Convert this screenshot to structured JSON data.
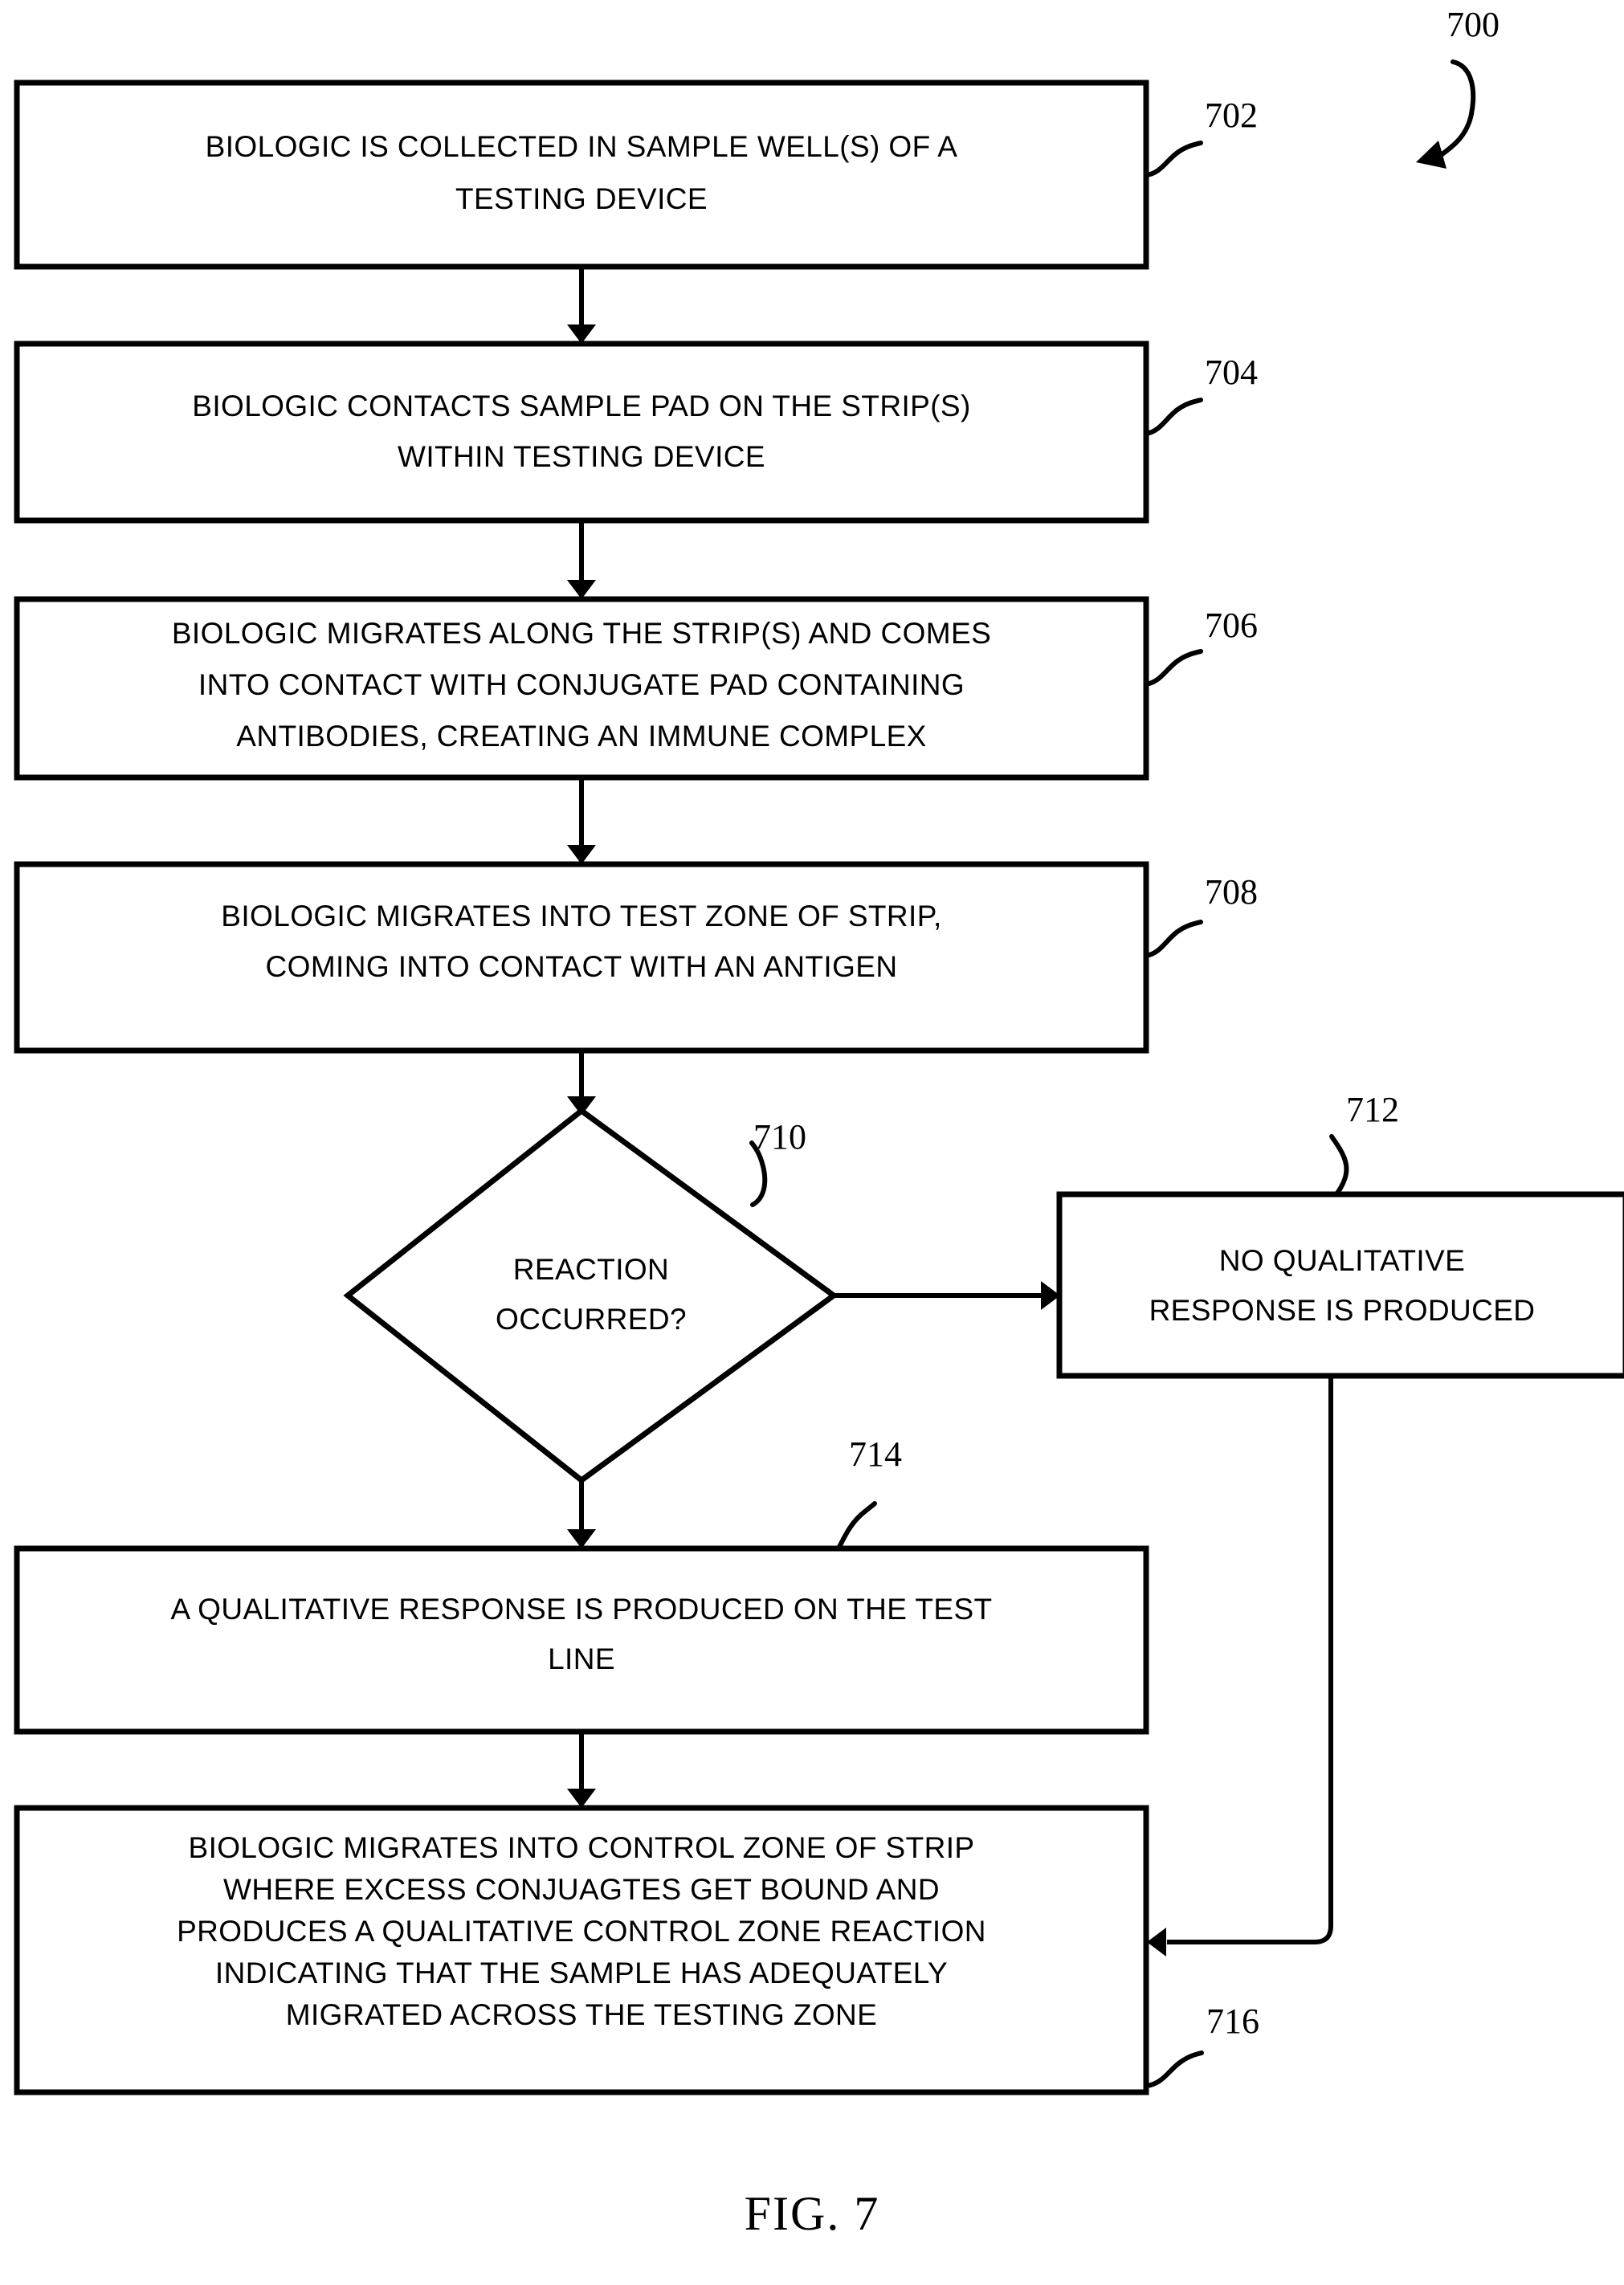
{
  "figure": {
    "caption": "FIG. 7",
    "figure_ref": "700"
  },
  "nodes": [
    {
      "ref": "702",
      "shape": "process",
      "lines": [
        "BIOLOGIC IS COLLECTED IN SAMPLE WELL(S) OF A",
        "TESTING DEVICE"
      ]
    },
    {
      "ref": "704",
      "shape": "process",
      "lines": [
        "BIOLOGIC CONTACTS SAMPLE PAD ON THE STRIP(S)",
        "WITHIN TESTING DEVICE"
      ]
    },
    {
      "ref": "706",
      "shape": "process",
      "lines": [
        "BIOLOGIC MIGRATES ALONG THE STRIP(S) AND COMES",
        "INTO CONTACT WITH CONJUGATE PAD CONTAINING",
        "ANTIBODIES, CREATING AN IMMUNE COMPLEX"
      ]
    },
    {
      "ref": "708",
      "shape": "process",
      "lines": [
        "BIOLOGIC MIGRATES INTO TEST ZONE OF STRIP,",
        "COMING INTO CONTACT WITH AN ANTIGEN"
      ]
    },
    {
      "ref": "710",
      "shape": "decision",
      "lines": [
        "REACTION",
        "OCCURRED?"
      ]
    },
    {
      "ref": "712",
      "shape": "process",
      "lines": [
        "NO QUALITATIVE",
        "RESPONSE IS PRODUCED"
      ]
    },
    {
      "ref": "714",
      "shape": "process",
      "lines": [
        "A QUALITATIVE RESPONSE IS PRODUCED ON THE TEST",
        "LINE"
      ]
    },
    {
      "ref": "716",
      "shape": "process",
      "lines": [
        "BIOLOGIC MIGRATES INTO CONTROL ZONE OF STRIP",
        "WHERE EXCESS CONJUAGTES GET BOUND AND",
        "PRODUCES A QUALITATIVE CONTROL ZONE REACTION",
        "INDICATING THAT THE SAMPLE HAS ADEQUATELY",
        "MIGRATED ACROSS THE TESTING ZONE"
      ]
    }
  ],
  "colors": {
    "stroke": "#000000",
    "fill": "#ffffff",
    "text": "#000000"
  }
}
